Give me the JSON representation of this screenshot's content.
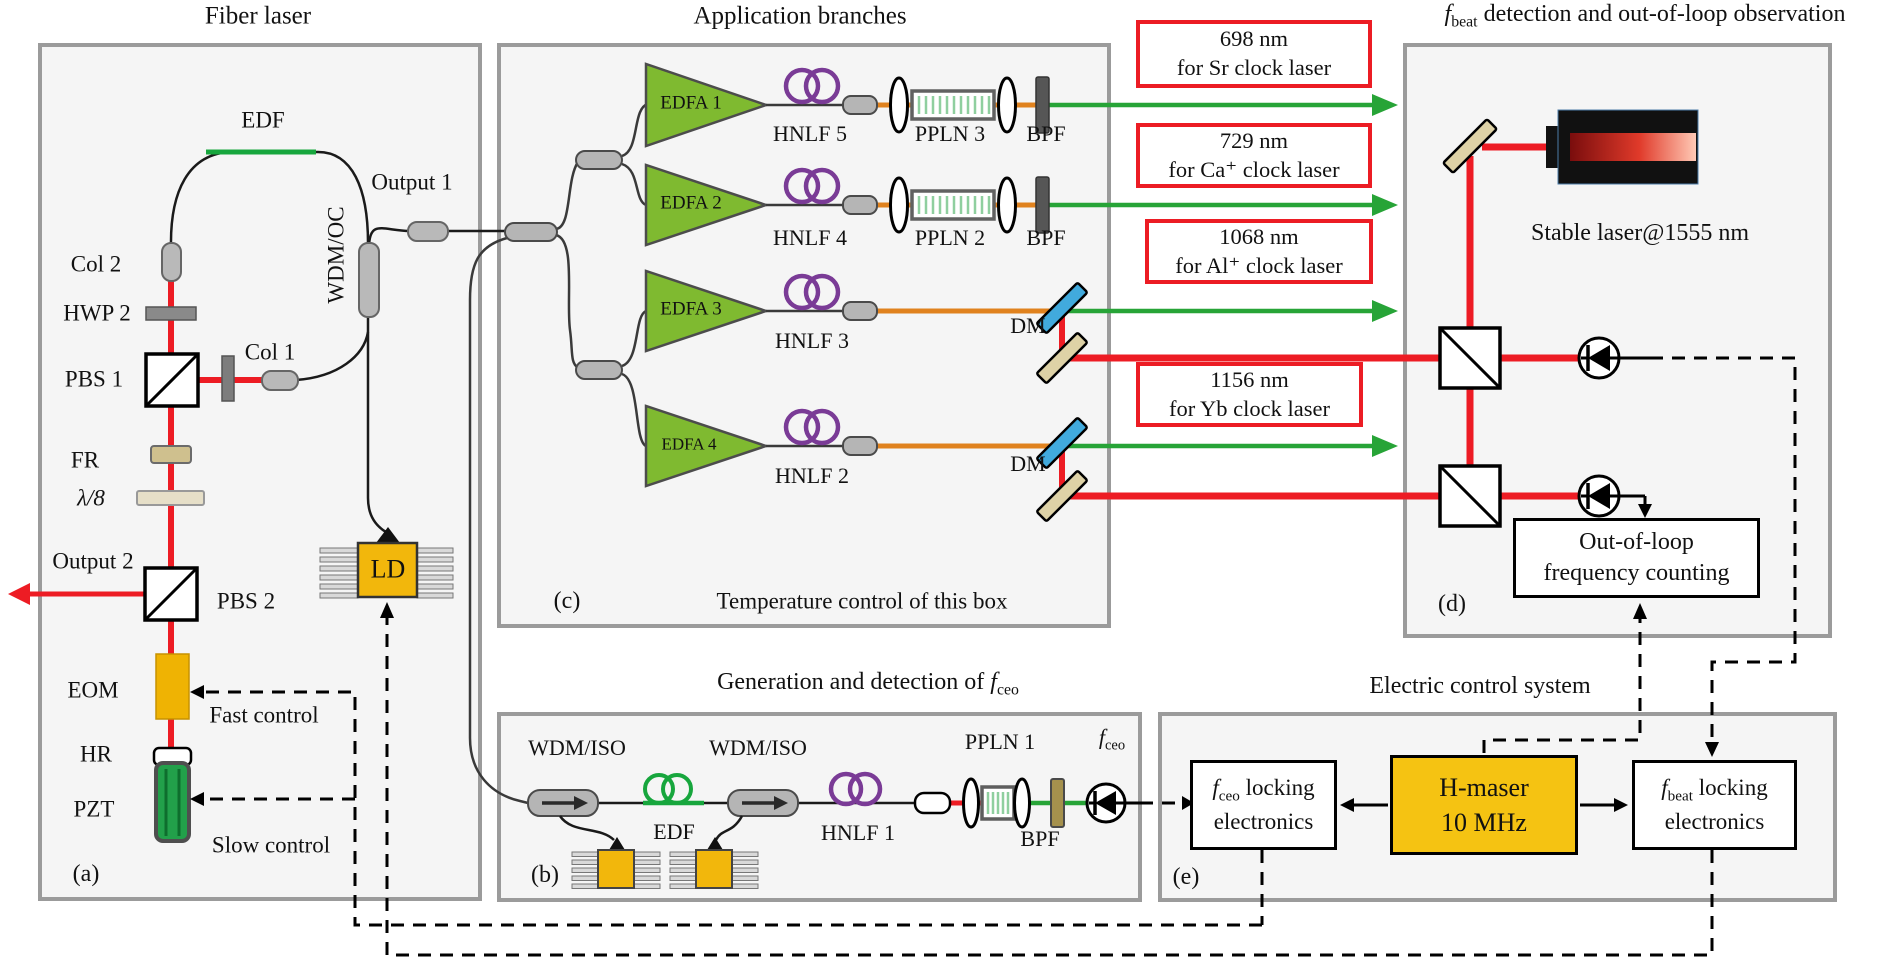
{
  "titles": {
    "fiber_laser": "Fiber laser",
    "application_branches": "Application branches",
    "fbeat_f": "f",
    "fbeat_sub": "beat",
    "fbeat_rest": " detection and out-of-loop observation",
    "gen_pre": "Generation and detection of ",
    "gen_f": "f",
    "gen_sub": "ceo",
    "electric_control": "Electric control system"
  },
  "panel_a": {
    "tag": "(a)",
    "edf": "EDF",
    "output1": "Output 1",
    "wdm_oc": "WDM/OC",
    "col2": "Col 2",
    "hwp2": "HWP 2",
    "pbs1": "PBS 1",
    "col1": "Col 1",
    "fr": "FR",
    "lambda_8": "λ/8",
    "output2": "Output 2",
    "pbs2": "PBS 2",
    "eom": "EOM",
    "fast_control": "Fast control",
    "hr": "HR",
    "pzt": "PZT",
    "slow_control": "Slow control",
    "ld": "LD"
  },
  "panel_c": {
    "tag": "(c)",
    "note": "Temperature control of this box",
    "edfa1": "EDFA 1",
    "edfa2": "EDFA 2",
    "edfa3": "EDFA 3",
    "edfa4": "EDFA 4",
    "hnlf5": "HNLF 5",
    "hnlf4": "HNLF 4",
    "hnlf3": "HNLF 3",
    "hnlf2": "HNLF 2",
    "ppln3": "PPLN 3",
    "ppln2": "PPLN 2",
    "bpf1": "BPF",
    "bpf2": "BPF",
    "dm1": "DM",
    "dm2": "DM"
  },
  "outputs": [
    {
      "wavelength": "698 nm",
      "target": "for Sr clock laser"
    },
    {
      "wavelength": "729 nm",
      "target": "for Ca⁺ clock laser"
    },
    {
      "wavelength": "1068 nm",
      "target": "for Al⁺ clock laser"
    },
    {
      "wavelength": "1156 nm",
      "target": "for Yb clock laser"
    }
  ],
  "panel_d": {
    "tag": "(d)",
    "stable_laser": "Stable laser@1555 nm",
    "counter_line1": "Out-of-loop",
    "counter_line2": "frequency counting"
  },
  "panel_b": {
    "tag": "(b)",
    "wdm_iso1": "WDM/ISO",
    "wdm_iso2": "WDM/ISO",
    "edf": "EDF",
    "hnlf1": "HNLF 1",
    "ppln1": "PPLN 1",
    "fceo_f": "f",
    "fceo_sub": "ceo",
    "bpf": "BPF"
  },
  "panel_e": {
    "tag": "(e)",
    "fceo_f": "f",
    "fceo_sub": "ceo",
    "fceo_rest": " locking",
    "fceo_line2": "electronics",
    "hmaser_line1": "H-maser",
    "hmaser_line2": "10 MHz",
    "fbeat_f": "f",
    "fbeat_sub": "beat",
    "fbeat_rest": " locking",
    "fbeat_line2": "electronics"
  },
  "colors": {
    "beam_red": "#ed1c24",
    "beam_green": "#27a437",
    "beam_orange": "#e0821e",
    "coil_purple": "#7a3b96",
    "edfa_green": "#7fba30",
    "device_yellow": "#f0b70a",
    "dm_blue": "#41aadd",
    "label_box_red": "#ec1c24",
    "hmaser_yellow": "#f5c312"
  }
}
